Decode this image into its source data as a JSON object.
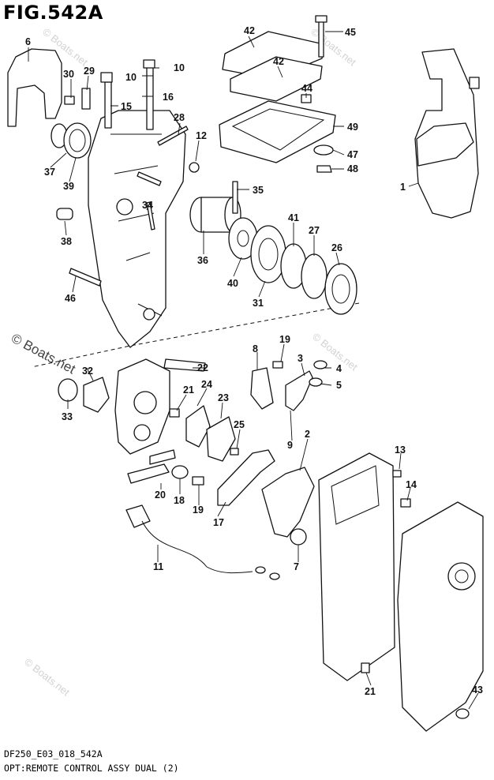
{
  "figure_title": "FIG.542A",
  "footer": {
    "code": "DF250_E03_018_542A",
    "caption": "OPT:REMOTE CONTROL ASSY DUAL (2)"
  },
  "watermarks": {
    "main": "© Boats.net",
    "small": "© Boats.net"
  },
  "callouts": [
    "6",
    "30",
    "29",
    "15",
    "10",
    "16",
    "10",
    "28",
    "12",
    "42",
    "45",
    "42",
    "44",
    "49",
    "47",
    "48",
    "1",
    "37",
    "39",
    "38",
    "34",
    "36",
    "35",
    "41",
    "27",
    "26",
    "40",
    "31",
    "46",
    "22",
    "32",
    "33",
    "21",
    "24",
    "23",
    "25",
    "20",
    "18",
    "19",
    "17",
    "11",
    "8",
    "19",
    "3",
    "4",
    "5",
    "9",
    "2",
    "13",
    "14",
    "7",
    "21",
    "43"
  ]
}
